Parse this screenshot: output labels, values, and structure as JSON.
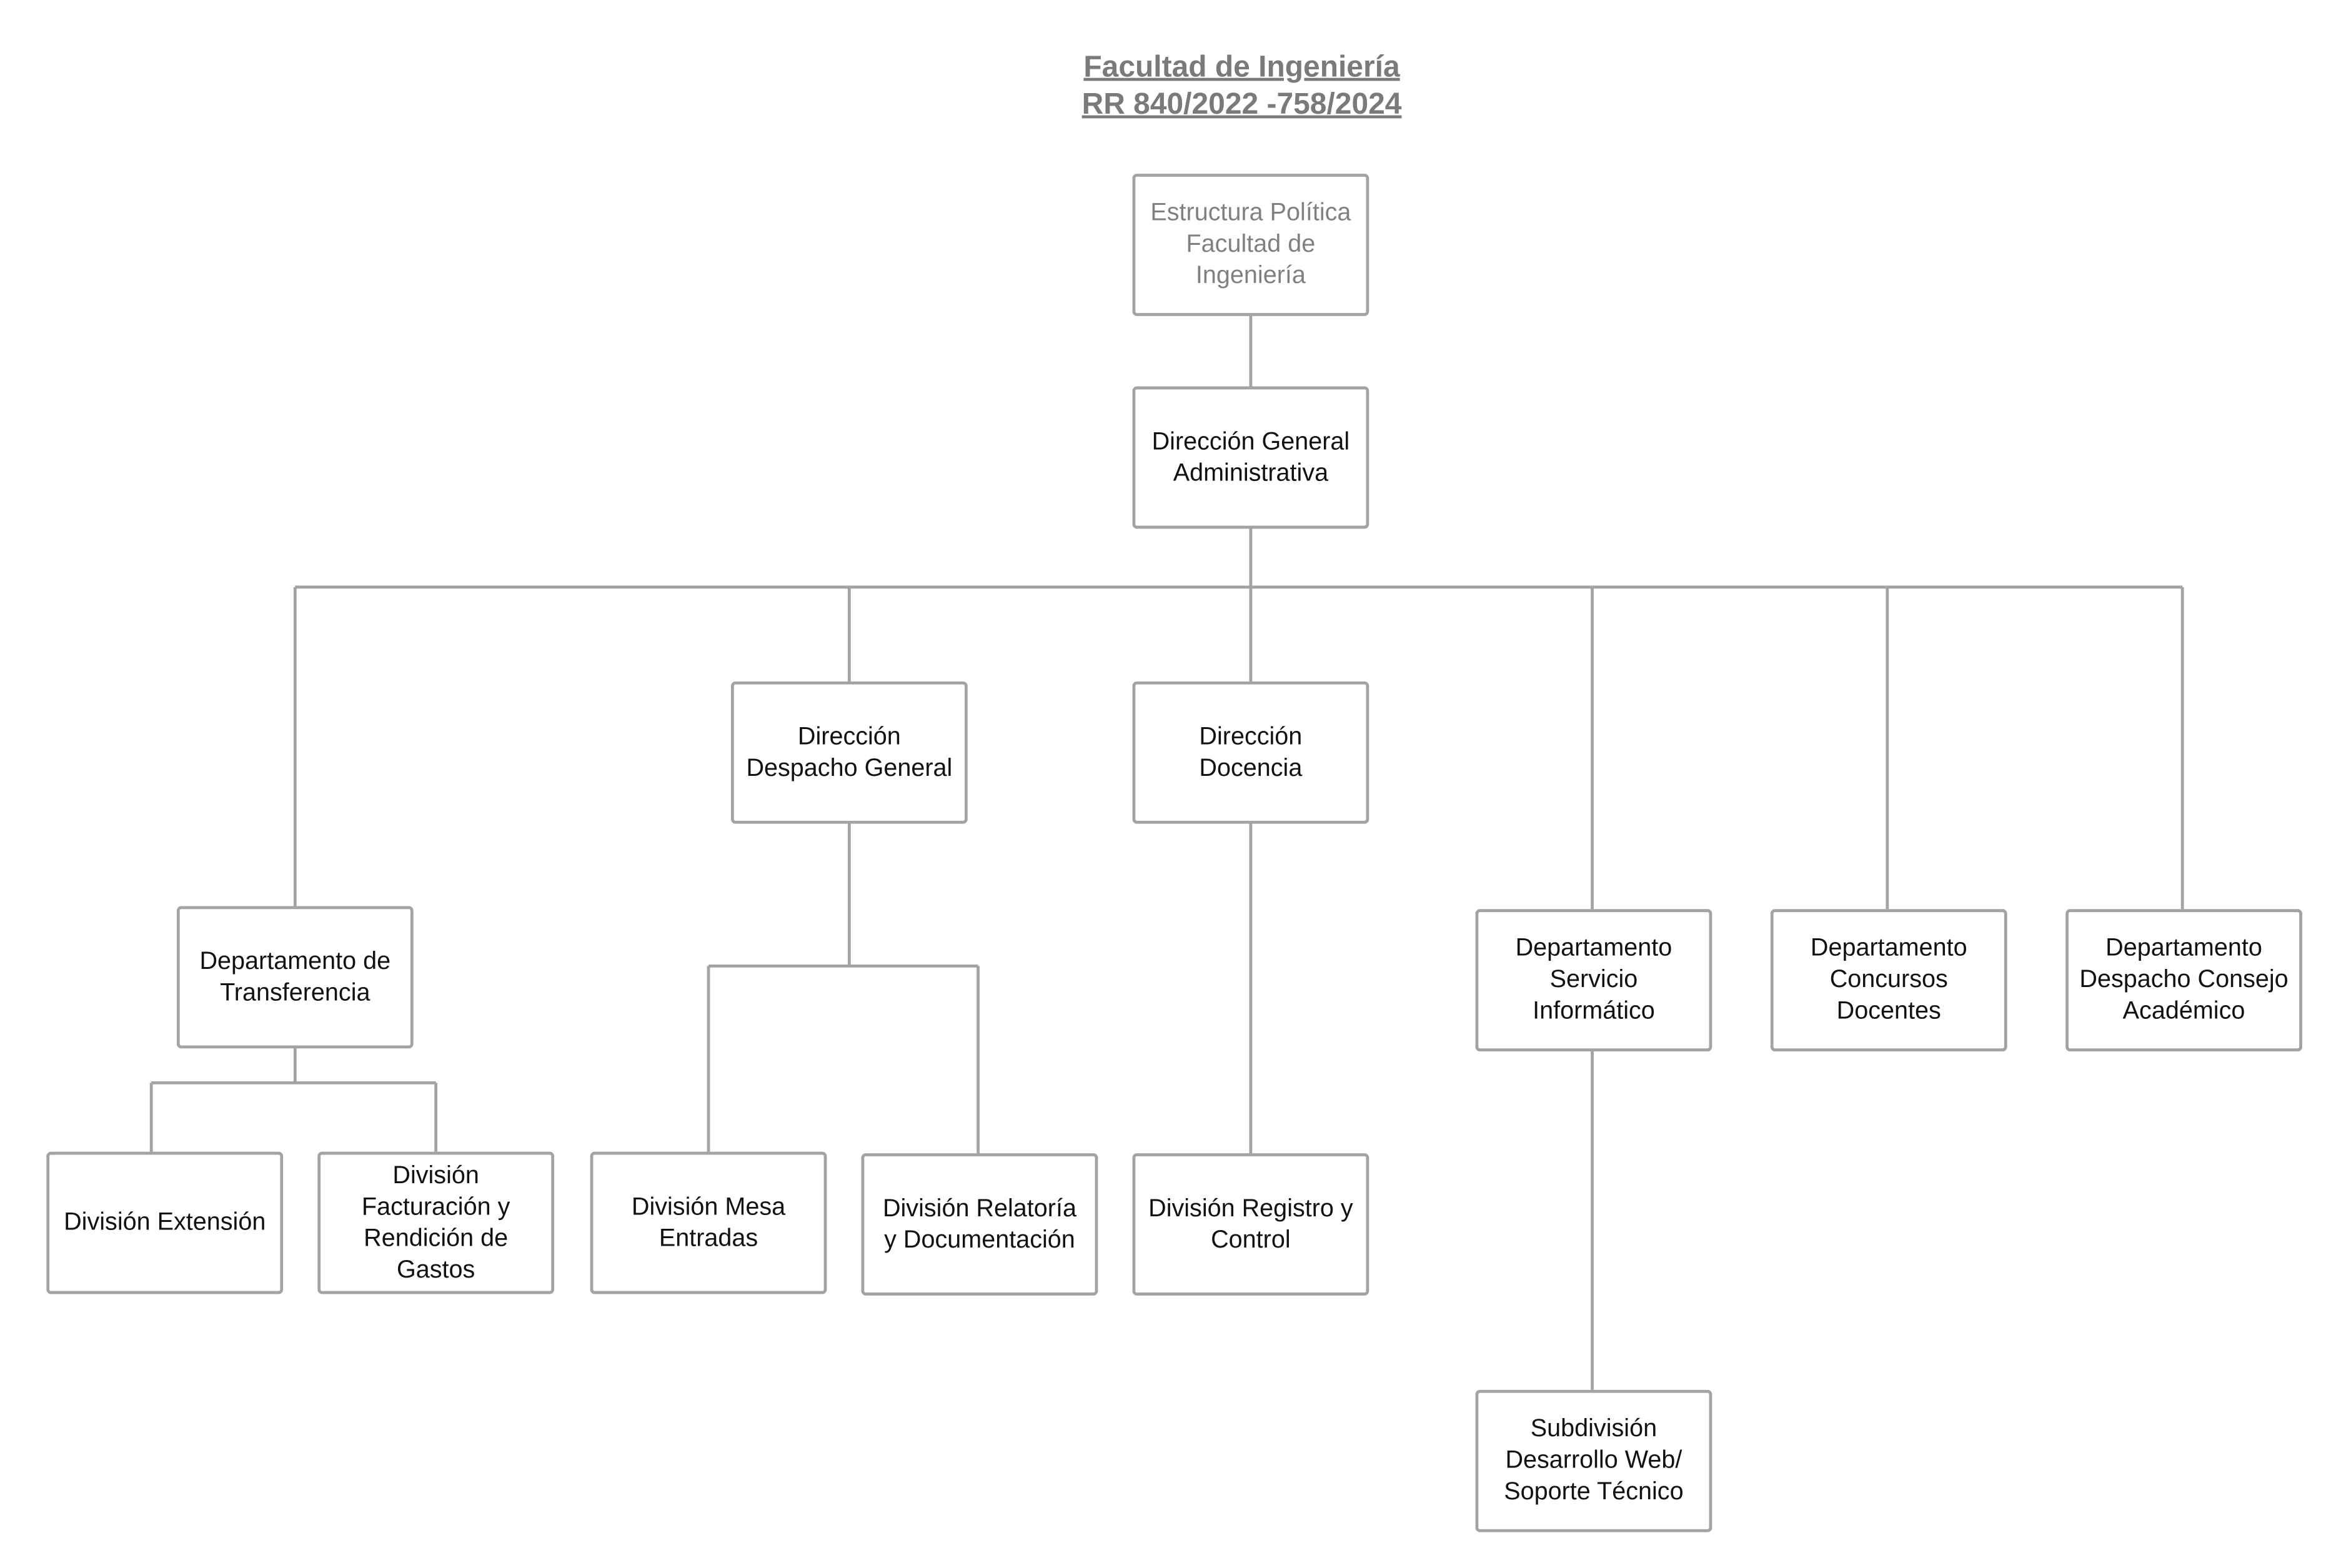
{
  "title": {
    "line1": "Facultad de Ingeniería",
    "line2": "RR 840/2022 -758/2024"
  },
  "nodes": {
    "root": "Estructura Política\nFacultad de\nIngeniería",
    "dga": "Dirección General\nAdministrativa",
    "despacho_general": "Dirección\nDespacho General",
    "docencia": "Dirección\nDocencia",
    "transferencia": "Departamento de\nTransferencia",
    "extension": "División Extensión",
    "facturacion": "División\nFacturación y\nRendición de\nGastos",
    "mesa_entradas": "División Mesa\nEntradas",
    "relatoria": "División Relatoría\ny Documentación",
    "registro": "División Registro y\nControl",
    "servicio_informatico": "Departamento\nServicio\nInformático",
    "concursos": "Departamento\nConcursos\nDocentes",
    "consejo": "Departamento\nDespacho Consejo\nAcadémico",
    "desarrollo_web": "Subdivisión\nDesarrollo Web/\nSoporte Técnico"
  },
  "colors": {
    "line": "#a3a3a3",
    "title": "#7a7a7a"
  }
}
